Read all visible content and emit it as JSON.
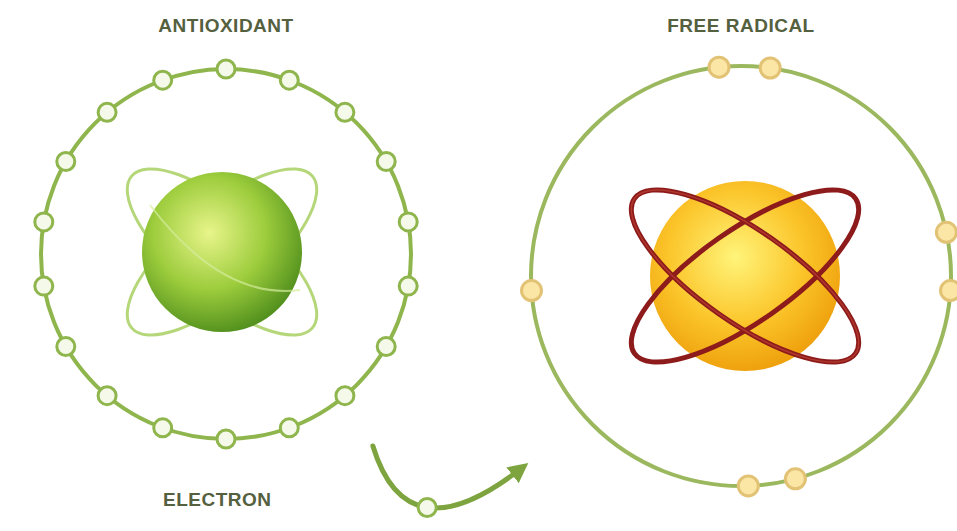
{
  "diagram": {
    "nodes": [
      {
        "text": [
          "ANTIOXIDANT"
        ]
      },
      {
        "text": [
          "FREE RADICAL"
        ]
      }
    ],
    "edges": [
      {
        "from": 0,
        "to": 1,
        "arrow": "to"
      }
    ],
    "labels": [
      "ELECTRON"
    ]
  }
}
